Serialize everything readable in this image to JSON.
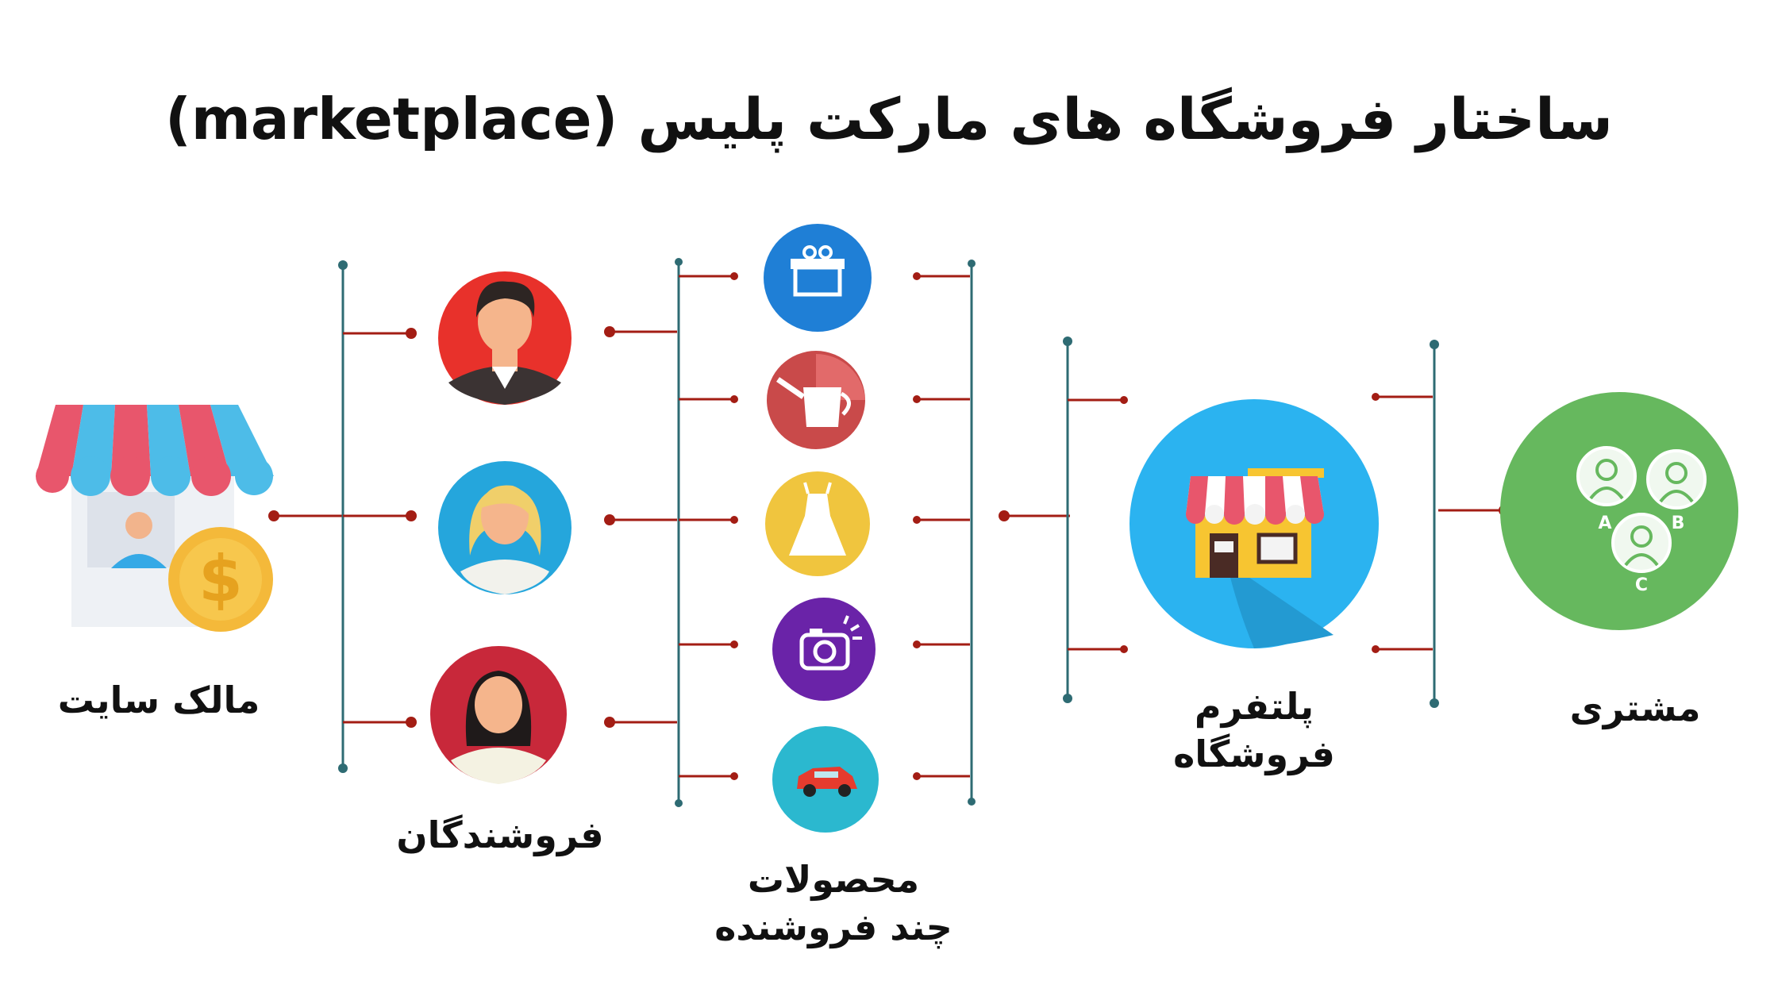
{
  "title": "ساختار فروشگاه های مارکت پلیس (marketplace)",
  "labels": {
    "site_owner": "مالک سایت",
    "sellers": "فروشندگان",
    "products_line1": "محصولات",
    "products_line2": "چند فروشنده",
    "platform": "پلتفرم فروشگاه",
    "customer": "مشتری"
  },
  "customer_badges": [
    "A",
    "B",
    "C"
  ],
  "currency_symbol": "$",
  "colors": {
    "connector_line": "#2e6b73",
    "connector_branch": "#a31d14",
    "seller_1": "#e8312b",
    "seller_2": "#25a6dc",
    "seller_3": "#c8283a",
    "product_gift": "#1f7fd6",
    "product_watering": "#c94a4a",
    "product_dress": "#f0c53e",
    "product_camera": "#6a23a8",
    "product_car": "#2bb8cf",
    "platform": "#2bb3f0",
    "customer": "#66b85e",
    "coin": "#f4b93a"
  }
}
